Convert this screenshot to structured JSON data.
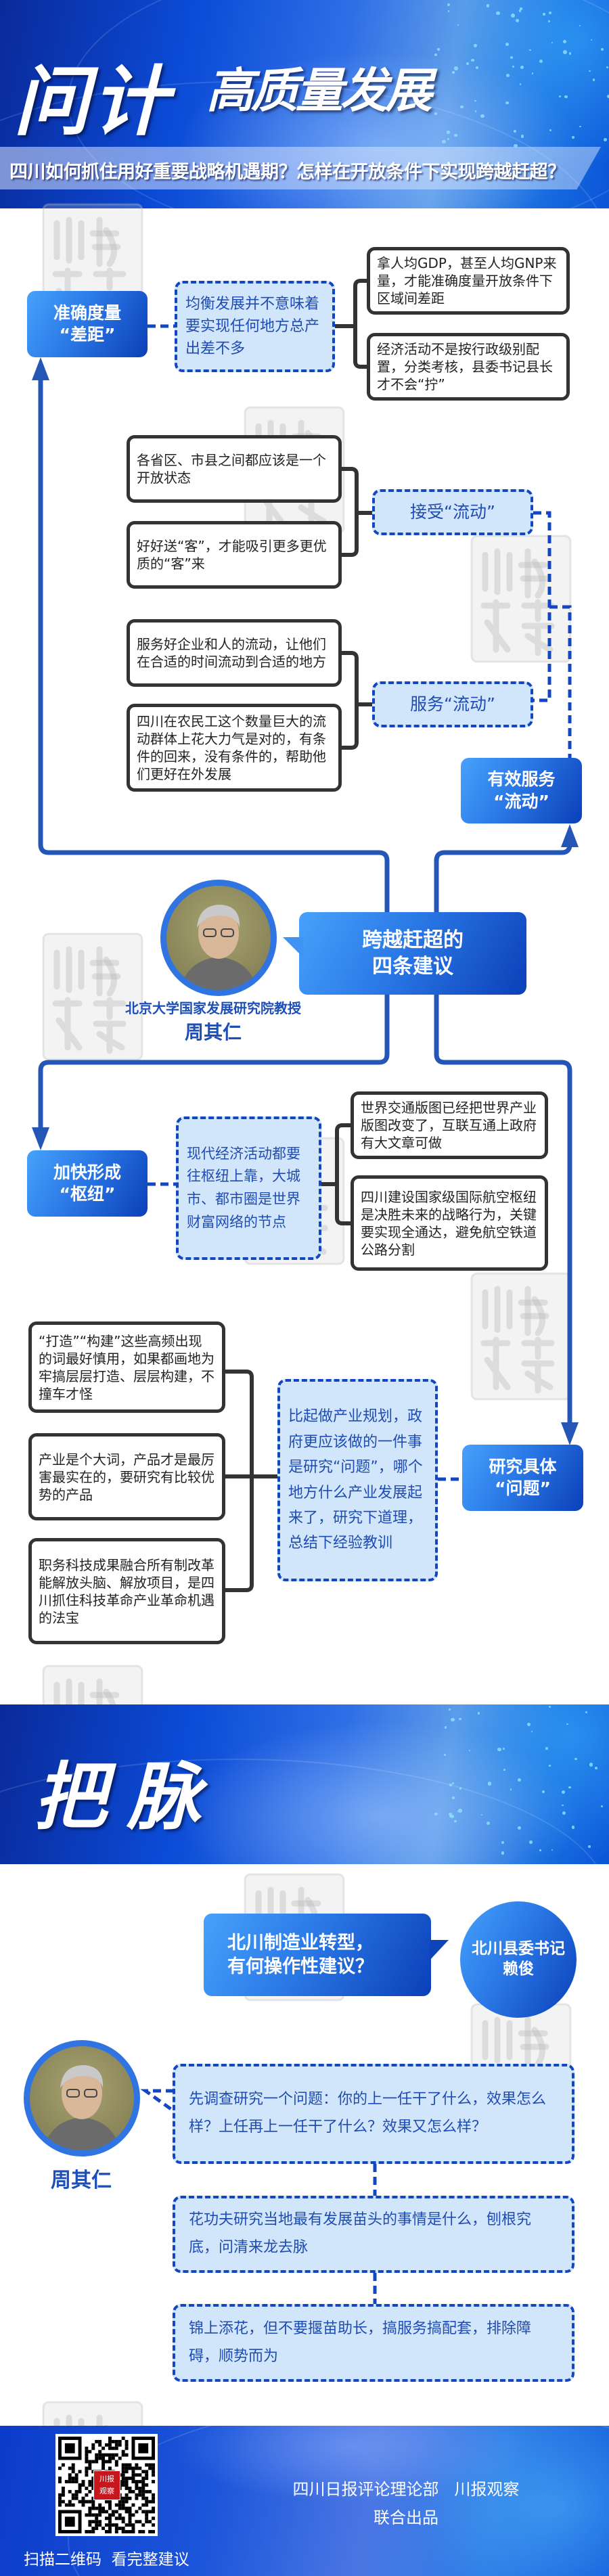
{
  "header": {
    "calligraphy_title": "问计",
    "title": "高质量发展",
    "subtitle": "四川如何抓住用好重要战略机遇期？怎样在开放条件下实现跨越赶超？"
  },
  "watermark": {
    "line1": "川报",
    "line2": "观察"
  },
  "mindmap": {
    "center": {
      "line1": "跨越赶超的",
      "line2": "四条建议"
    },
    "expert": {
      "title": "北京大学国家发展研究院教授",
      "name": "周其仁"
    },
    "branches": [
      {
        "label_line1": "准确度量",
        "label_line2": "“差距”",
        "point": "均衡发展并不意味着要实现任何地方总产出差不多",
        "details": [
          "拿人均GDP，甚至人均GNP来量，才能准确度量开放条件下区域间差距",
          "经济活动不是按行政级别配置，分类考核，县委书记县长才不会“拧”"
        ]
      },
      {
        "label_line1": "有效服务",
        "label_line2": "“流动”",
        "points": [
          {
            "label": "接受“流动”",
            "details": [
              "各省区、市县之间都应该是一个开放状态",
              "好好送“客”，才能吸引更多更优质的“客”来"
            ]
          },
          {
            "label": "服务“流动”",
            "details": [
              "服务好企业和人的流动，让他们在合适的时间流动到合适的地方",
              "四川在农民工这个数量巨大的流动群体上花大力气是对的，有条件的回来，没有条件的，帮助他们更好在外发展"
            ]
          }
        ]
      },
      {
        "label_line1": "加快形成",
        "label_line2": "“枢纽”",
        "point": "现代经济活动都要往枢纽上靠，大城市、都市圈是世界财富网络的节点",
        "details": [
          "世界交通版图已经把世界产业版图改变了，互联互通上政府有大文章可做",
          "四川建设国家级国际航空枢纽是决胜未来的战略行为，关键要实现全通达，避免航空铁道公路分割"
        ]
      },
      {
        "label_line1": "研究具体",
        "label_line2": "“问题”",
        "point": "比起做产业规划，政府更应该做的一件事是研究“问题”，哪个地方什么产业发展起来了，研究下道理，总结下经验教训",
        "details": [
          "“打造”“构建”这些高频出现的词最好慎用，如果都画地为牢搞层层打造、层层构建，不撞车才怪",
          "产业是个大词，产品才是最厉害最实在的，要研究有比较优势的产品",
          "职务科技成果融合所有制改革能解放头脑、解放项目，是四川抓住科技革命产业革命机遇的法宝"
        ]
      }
    ]
  },
  "section2": {
    "banner_title": "把脉",
    "question": {
      "line1": "北川制造业转型，",
      "line2": "有何操作性建议？"
    },
    "asker": {
      "line1": "北川县委书记",
      "line2": "赖俊"
    },
    "responder": "周其仁",
    "answers": [
      "先调查研究一个问题：你的上一任干了什么，效果怎么样？上任再上一任干了什么？效果又怎么样？",
      "花功夫研究当地最有发展苗头的事情是什么，刨根究底，问清来龙去脉",
      "锦上添花，但不要揠苗助长，搞服务搞配套，排除障碍，顺势而为"
    ]
  },
  "footer": {
    "qr_logo": "川报观察",
    "qr_caption": "扫描二维码  看完整建议",
    "credit_line1": "四川日报评论理论部   川报观察",
    "credit_line2": "联合出品"
  },
  "colors": {
    "accent": "#1f4fb8",
    "line": "#2456b8",
    "dashed_fill": "#d2e6fb",
    "dark_border": "#333333"
  }
}
